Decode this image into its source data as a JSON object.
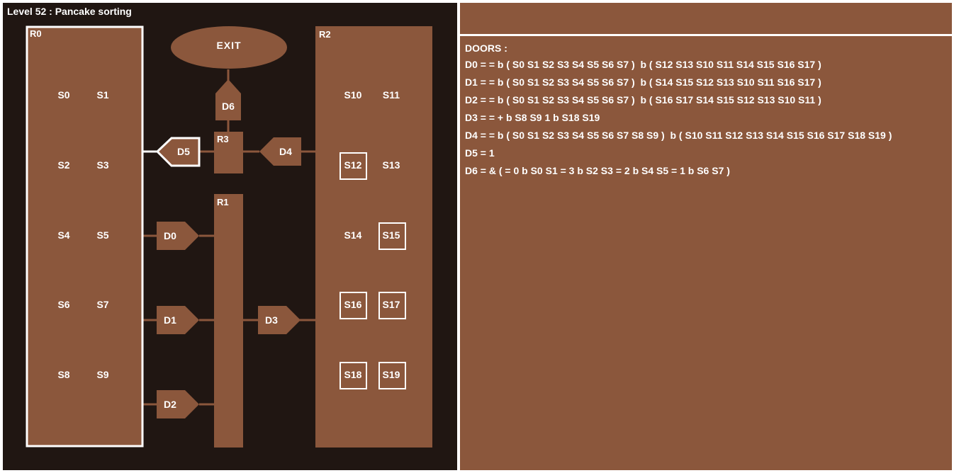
{
  "level_title": "Level 52 : Pancake sorting",
  "colors": {
    "background": "#201612",
    "room": "#8B573C",
    "highlight": "#ffffff",
    "text": "#ffffff"
  },
  "rooms": {
    "R0": "R0",
    "R1": "R1",
    "R2": "R2",
    "R3": "R3"
  },
  "exit_label": "EXIT",
  "slots": {
    "S0": "S0",
    "S1": "S1",
    "S2": "S2",
    "S3": "S3",
    "S4": "S4",
    "S5": "S5",
    "S6": "S6",
    "S7": "S7",
    "S8": "S8",
    "S9": "S9",
    "S10": "S10",
    "S11": "S11",
    "S12": "S12",
    "S13": "S13",
    "S14": "S14",
    "S15": "S15",
    "S16": "S16",
    "S17": "S17",
    "S18": "S18",
    "S19": "S19"
  },
  "highlighted_slots": [
    "S12",
    "S15",
    "S16",
    "S17",
    "S18",
    "S19"
  ],
  "doors": {
    "D0": "D0",
    "D1": "D1",
    "D2": "D2",
    "D3": "D3",
    "D4": "D4",
    "D5": "D5",
    "D6": "D6"
  },
  "open_doors": [
    "D5"
  ],
  "doors_panel": {
    "heading": "DOORS :",
    "lines": [
      "D0 = = b ( S0 S1 S2 S3 S4 S5 S6 S7 )  b ( S12 S13 S10 S11 S14 S15 S16 S17 )",
      "D1 = = b ( S0 S1 S2 S3 S4 S5 S6 S7 )  b ( S14 S15 S12 S13 S10 S11 S16 S17 )",
      "D2 = = b ( S0 S1 S2 S3 S4 S5 S6 S7 )  b ( S16 S17 S14 S15 S12 S13 S10 S11 )",
      "D3 = = + b S8 S9 1 b S18 S19",
      "D4 = = b ( S0 S1 S2 S3 S4 S5 S6 S7 S8 S9 )  b ( S10 S11 S12 S13 S14 S15 S16 S17 S18 S19 )",
      "D5 = 1",
      "D6 = & ( = 0 b S0 S1 = 3 b S2 S3 = 2 b S4 S5 = 1 b S6 S7 )"
    ]
  }
}
